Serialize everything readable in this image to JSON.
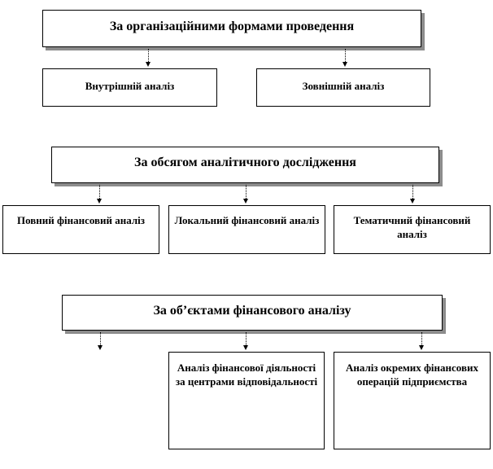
{
  "rows": [
    {
      "header": "За організаційними формами проведення",
      "children": [
        "Внутрішній  аналіз",
        "Зовнішній  аналіз"
      ]
    },
    {
      "header": "За обсягом аналітичного дослідження",
      "children": [
        "Повний  фінансовий аналіз",
        "Локальний  фінансовий аналіз",
        "Тематичний фінансовий  аналіз"
      ]
    },
    {
      "header": "За об’єктами фінансового аналізу",
      "children": [
        "Аналіз  фінансової діяльності за центрами відповідальності",
        "Аналіз  окремих фінансових  операцій підприємства"
      ]
    }
  ]
}
